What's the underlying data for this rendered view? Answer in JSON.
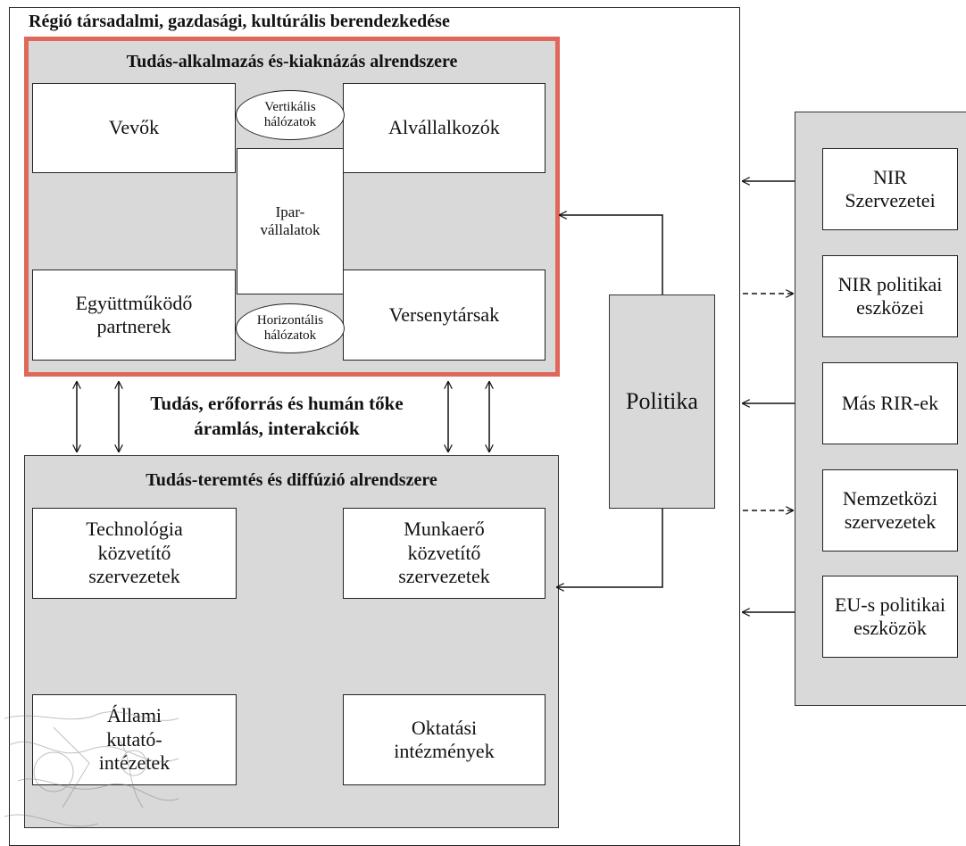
{
  "region": {
    "title": "Régió társadalmi, gazdasági, kultúrális berendezkedése"
  },
  "application": {
    "title": "Tudás-alkalmazás és-kiaknázás alrendszere",
    "buyers": "Vevők",
    "subcontractors": "Alvállalkozók",
    "industry_line1": "Ipar-",
    "industry_line2": "vállalatok",
    "partners_line1": "Együttműködő",
    "partners_line2": "partnerek",
    "competitors": "Versenytársak",
    "vertical_line1": "Vertikális",
    "vertical_line2": "hálózatok",
    "horizontal_line1": "Horizontális",
    "horizontal_line2": "hálózatok",
    "accent_color": "#e0685a"
  },
  "flow": {
    "line1": "Tudás, erőforrás és humán tőke",
    "line2": "áramlás, interakciók"
  },
  "creation": {
    "title": "Tudás-teremtés és diffúzió alrendszere",
    "tech_line1": "Technológia",
    "tech_line2": "közvetítő",
    "tech_line3": "szervezetek",
    "labor_line1": "Munkaerő",
    "labor_line2": "közvetítő",
    "labor_line3": "szervezetek",
    "state_line1": "Állami",
    "state_line2": "kutató-",
    "state_line3": "intézetek",
    "edu_line1": "Oktatási",
    "edu_line2": "intézmények"
  },
  "policy": {
    "label": "Politika"
  },
  "external": {
    "nir_org_line1": "NIR",
    "nir_org_line2": "Szervezetei",
    "nir_pol_line1": "NIR politikai",
    "nir_pol_line2": "eszközei",
    "other_rir": "Más RIR-ek",
    "intl_line1": "Nemzetközi",
    "intl_line2": "szervezetek",
    "eu_line1": "EU-s politikai",
    "eu_line2": "eszközök"
  }
}
